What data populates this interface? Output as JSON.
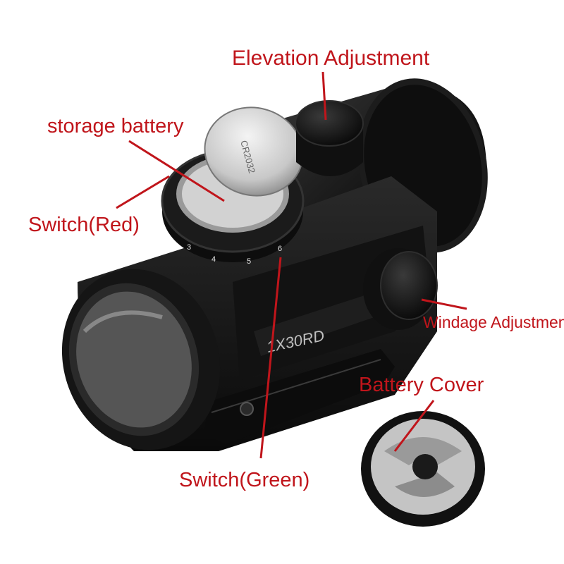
{
  "callouts": {
    "elevation": "Elevation Adjustment",
    "storage_battery": "storage battery",
    "switch_red": "Switch(Red)",
    "windage": "Windage Adjustment",
    "battery_cover": "Battery Cover",
    "switch_green": "Switch(Green)"
  },
  "device": {
    "model_marking": "1X30RD",
    "dial_numbers": [
      "3",
      "4",
      "5",
      "6"
    ],
    "battery_marking": "CR2032"
  },
  "colors": {
    "callout": "#c0151b",
    "body": "#141414",
    "background": "#ffffff"
  }
}
